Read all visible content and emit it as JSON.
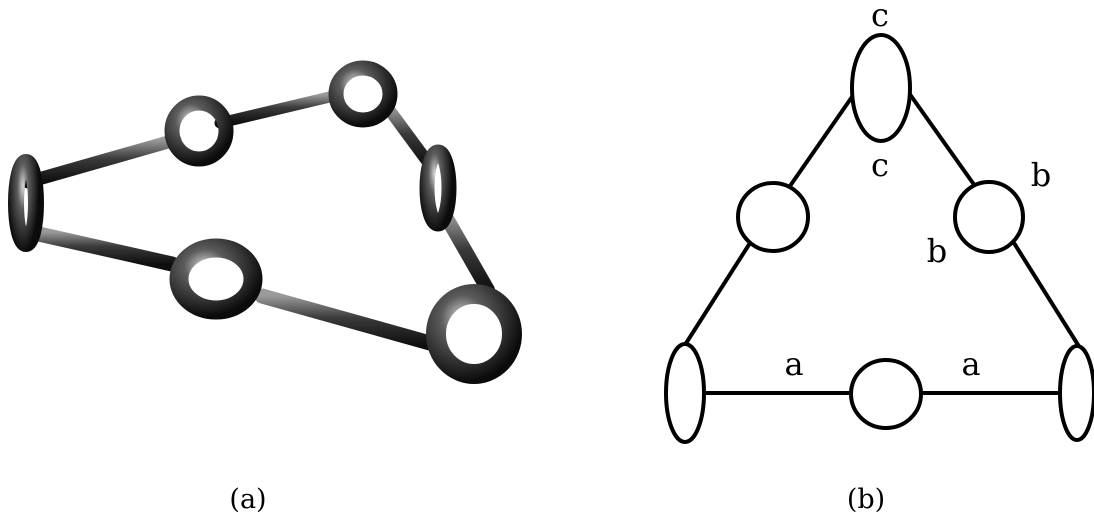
{
  "figure": {
    "panel_a": {
      "caption": "(a)"
    },
    "panel_b": {
      "caption": "(b)",
      "labels": {
        "a_left": "a",
        "a_right": "a",
        "b_outer": "b",
        "b_inner": "b",
        "c_top": "c",
        "c_inner": "c"
      }
    }
  },
  "colors": {
    "line": "#000000",
    "tube_dark": "#1a1a1a",
    "tube_light": "#9a9a9a",
    "background": "#ffffff"
  }
}
